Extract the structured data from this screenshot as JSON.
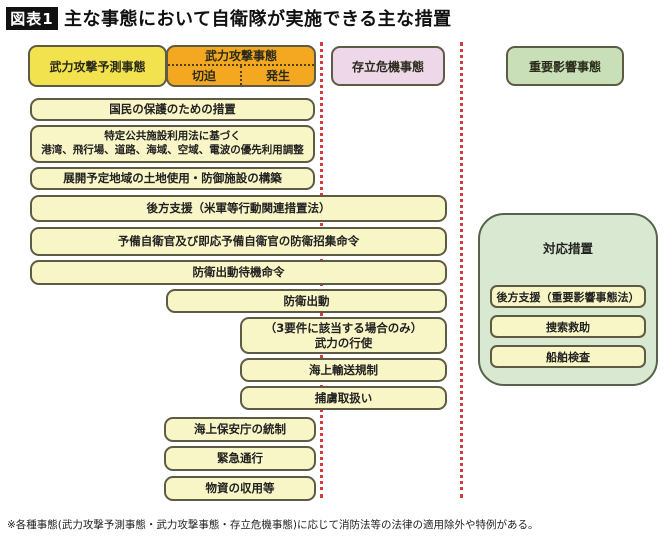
{
  "title": {
    "badge": "図表1",
    "text": "主な事態において自衛隊が実施できる主な措置"
  },
  "headers": {
    "armed_attack_anticipated": "武力攻撃予測事態",
    "armed_attack": "武力攻撃事態",
    "imminent": "切迫",
    "occurred": "発生",
    "survival_threatening": "存立危機事態",
    "important_influence": "重要影響事態"
  },
  "measures": {
    "m1": "国民の保護のための措置",
    "m2a": "特定公共施設利用法に基づく",
    "m2b": "港湾、飛行場、道路、海域、空域、電波の優先利用調整",
    "m3": "展開予定地域の土地使用・防御施設の構築",
    "m4": "後方支援（米軍等行動関連措置法）",
    "m5": "予備自衛官及び即応予備自衛官の防衛招集命令",
    "m6": "防衛出動待機命令",
    "m7": "防衛出動",
    "m8a": "（3要件に該当する場合のみ）",
    "m8b": "武力の行使",
    "m9": "海上輸送規制",
    "m10": "捕虜取扱い",
    "m11": "海上保安庁の統制",
    "m12": "緊急通行",
    "m13": "物資の収用等"
  },
  "response_panel": {
    "title": "対応措置",
    "items": {
      "r1": "後方支援（重要影響事態法）",
      "r2": "捜索救助",
      "r3": "船舶検査"
    }
  },
  "footnote": "※各種事態(武力攻撃予測事態・武力攻撃事態・存立危機事態)に応じて消防法等の法律の適用除外や特例がある。",
  "colors": {
    "header_yellow": "#f2e24e",
    "header_orange": "#f4a821",
    "header_pink": "#efd7ea",
    "header_green": "#c8dfb8",
    "measure_yellow": "#f8f5c6",
    "panel_green": "#d9e9d1",
    "divider_red": "#d23c3c",
    "border_dark": "#5e5b45"
  }
}
